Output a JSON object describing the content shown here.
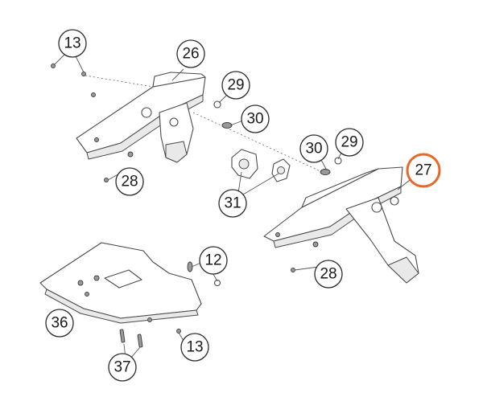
{
  "callouts": [
    {
      "label": "13",
      "highlighted": false
    },
    {
      "label": "26",
      "highlighted": false
    },
    {
      "label": "29",
      "highlighted": false
    },
    {
      "label": "30",
      "highlighted": false
    },
    {
      "label": "28",
      "highlighted": false
    },
    {
      "label": "30",
      "highlighted": false
    },
    {
      "label": "29",
      "highlighted": false
    },
    {
      "label": "27",
      "highlighted": true
    },
    {
      "label": "31",
      "highlighted": false
    },
    {
      "label": "28",
      "highlighted": false
    },
    {
      "label": "12",
      "highlighted": false
    },
    {
      "label": "36",
      "highlighted": false
    },
    {
      "label": "13",
      "highlighted": false
    },
    {
      "label": "37",
      "highlighted": false
    }
  ],
  "colors": {
    "highlight": "#e8682b",
    "line": "#4a4a4a"
  }
}
